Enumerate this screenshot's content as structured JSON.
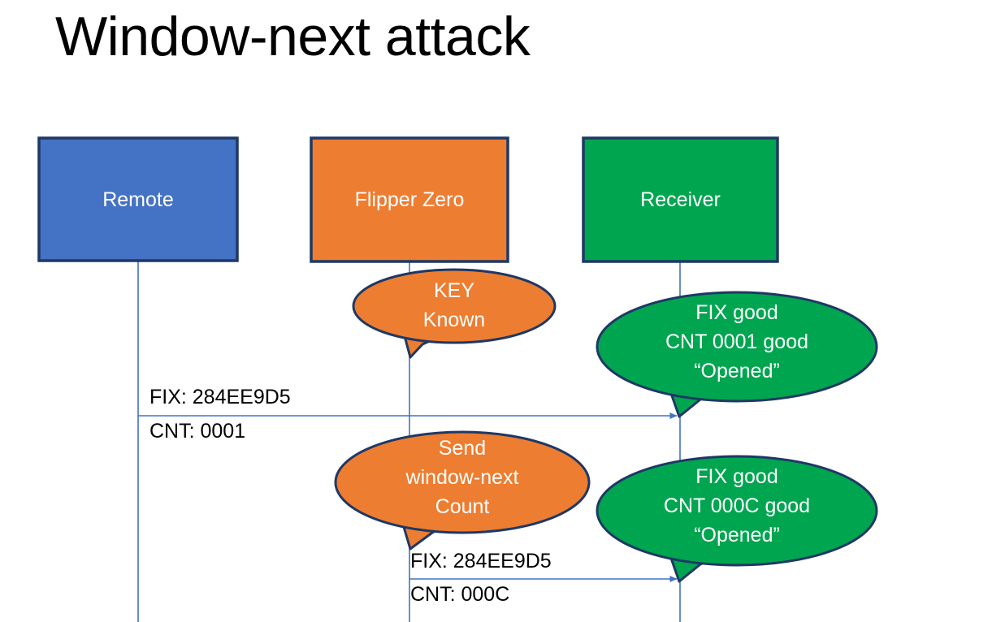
{
  "slide": {
    "title": "Window-next attack",
    "background": "#FFFFFF"
  },
  "colors": {
    "remote_fill": "#4472C4",
    "flipper_fill": "#ED7D31",
    "receiver_fill": "#00A550",
    "shape_outline": "#1F3864",
    "lifeline": "#4472C4",
    "arrow": "#4472C4",
    "label_text": "#000000",
    "shape_text": "#FFFFFF"
  },
  "actors": [
    {
      "id": "remote",
      "label": "Remote"
    },
    {
      "id": "flipper",
      "label": "Flipper Zero"
    },
    {
      "id": "receiver",
      "label": "Receiver"
    }
  ],
  "callouts": [
    {
      "id": "key-known",
      "owner": "flipper",
      "lines": [
        "KEY",
        "Known"
      ]
    },
    {
      "id": "receiver-ack-1",
      "owner": "receiver",
      "lines": [
        "FIX good",
        "CNT 0001 good",
        "“Opened”"
      ]
    },
    {
      "id": "send-window-next",
      "owner": "flipper",
      "lines": [
        "Send",
        "window-next",
        "Count"
      ]
    },
    {
      "id": "receiver-ack-2",
      "owner": "receiver",
      "lines": [
        "FIX good",
        "CNT 000C good",
        "“Opened”"
      ]
    }
  ],
  "messages": [
    {
      "id": "msg-remote-to-receiver",
      "from": "remote",
      "to": "receiver",
      "fix_label": "FIX: 284EE9D5",
      "cnt_label": "CNT: 0001"
    },
    {
      "id": "msg-flipper-to-receiver",
      "from": "flipper",
      "to": "receiver",
      "fix_label": "FIX: 284EE9D5",
      "cnt_label": "CNT: 000C"
    }
  ]
}
